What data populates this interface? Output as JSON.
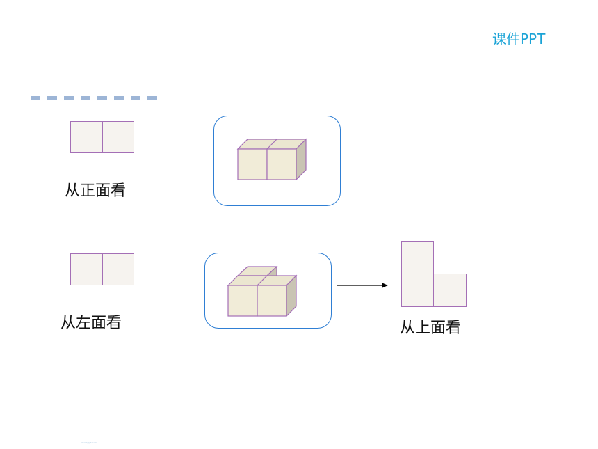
{
  "brand": "课件PPT",
  "views": {
    "front": "从正面看",
    "left": "从左面看",
    "top": "从上面看"
  },
  "colors": {
    "brand": "#1aa3d6",
    "frame": "#2f7fd4",
    "cell_border": "#a46fb6",
    "cube_front": "#f1ecd8",
    "cube_top": "#ebe6d0",
    "cube_side": "#c9c4b3",
    "dash": "#9db5d6"
  },
  "icons": [
    "arrow-right-icon"
  ],
  "footer_tiny": "www.kjppt.com"
}
